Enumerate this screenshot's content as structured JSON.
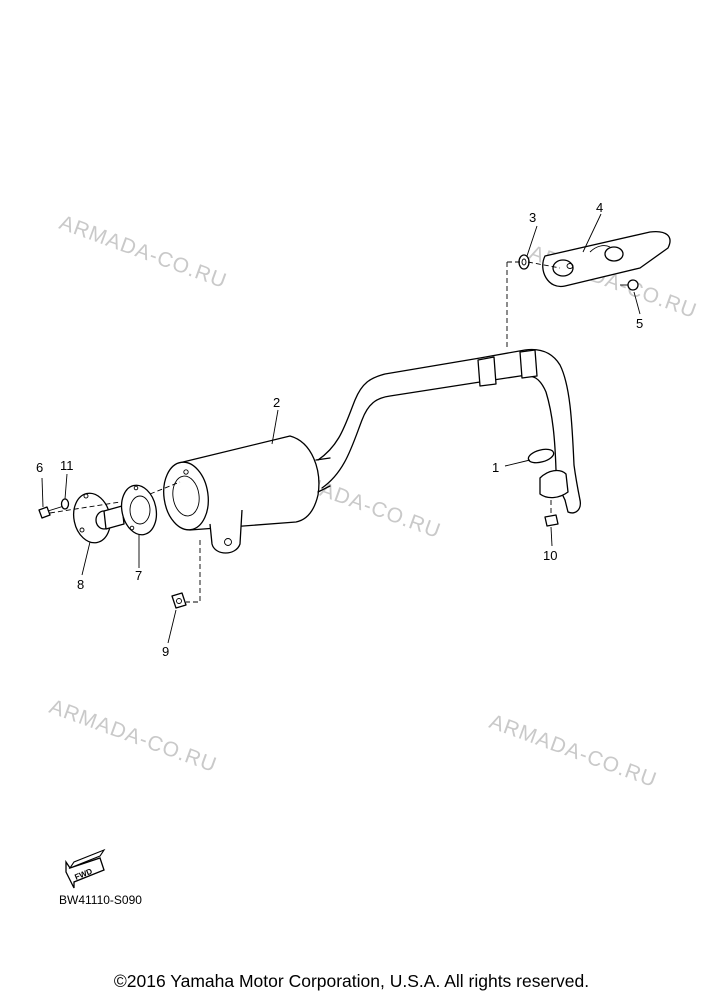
{
  "watermark_text": "ARMADA-CO.RU",
  "parts": [
    {
      "num": "1"
    },
    {
      "num": "2"
    },
    {
      "num": "3"
    },
    {
      "num": "4"
    },
    {
      "num": "5"
    },
    {
      "num": "6"
    },
    {
      "num": "7"
    },
    {
      "num": "8"
    },
    {
      "num": "9"
    },
    {
      "num": "10"
    },
    {
      "num": "11"
    }
  ],
  "fwd_label": "FWD",
  "diagram_code": "BW41110-S090",
  "copyright": "©2016 Yamaha Motor Corporation, U.S.A. All rights reserved."
}
